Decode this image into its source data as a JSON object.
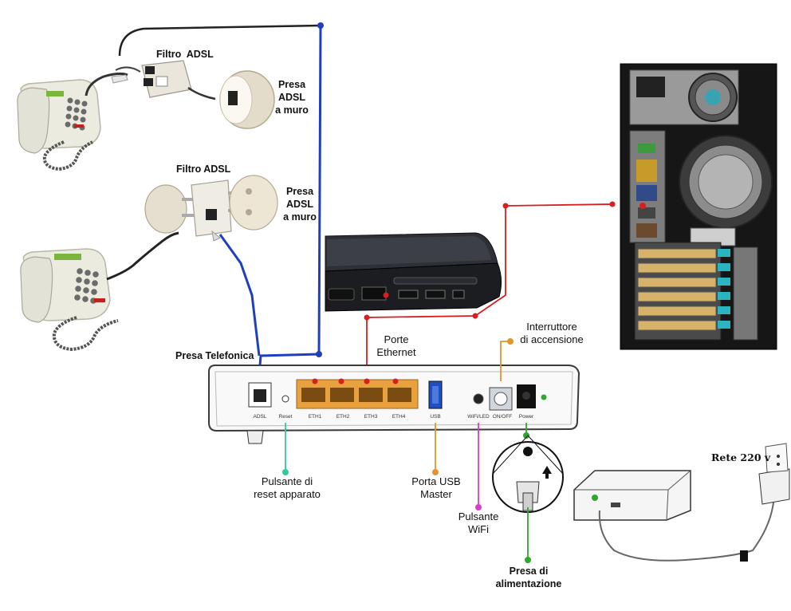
{
  "labels": {
    "filtro_adsl_top": "Filtro  ADSL",
    "presa_adsl_top": "Presa\nADSL\na muro",
    "filtro_adsl_mid": "Filtro ADSL",
    "presa_adsl_mid": "Presa\nADSL\na muro",
    "presa_telefonica": "Presa Telefonica",
    "porte_ethernet": "Porte\nEthernet",
    "interruttore": "Interruttore\ndi accensione",
    "pulsante_reset": "Pulsante di\nreset apparato",
    "porta_usb": "Porta USB\nMaster",
    "pulsante_wifi": "Pulsante\nWiFi",
    "presa_alimentazione": "Presa di\nalimentazione",
    "rete": "Rete 220 v"
  },
  "router_ports": {
    "adsl": "ADSL",
    "reset": "Reset",
    "eth1": "ETH1",
    "eth2": "ETH2",
    "eth3": "ETH3",
    "eth4": "ETH4",
    "usb": "USB",
    "wifi_led": "WiFi/LED",
    "on_off": "ON/OFF",
    "power": "Power"
  },
  "colors": {
    "phone_line": "#1f3fbf",
    "ethernet": "#d81e1e",
    "power": "#2ea82e",
    "switch": "#e0962a",
    "usb": "#e0962a",
    "reset": "#2ec9a0",
    "wifi": "#d83fc8",
    "eth_port": "#e8a13c"
  }
}
